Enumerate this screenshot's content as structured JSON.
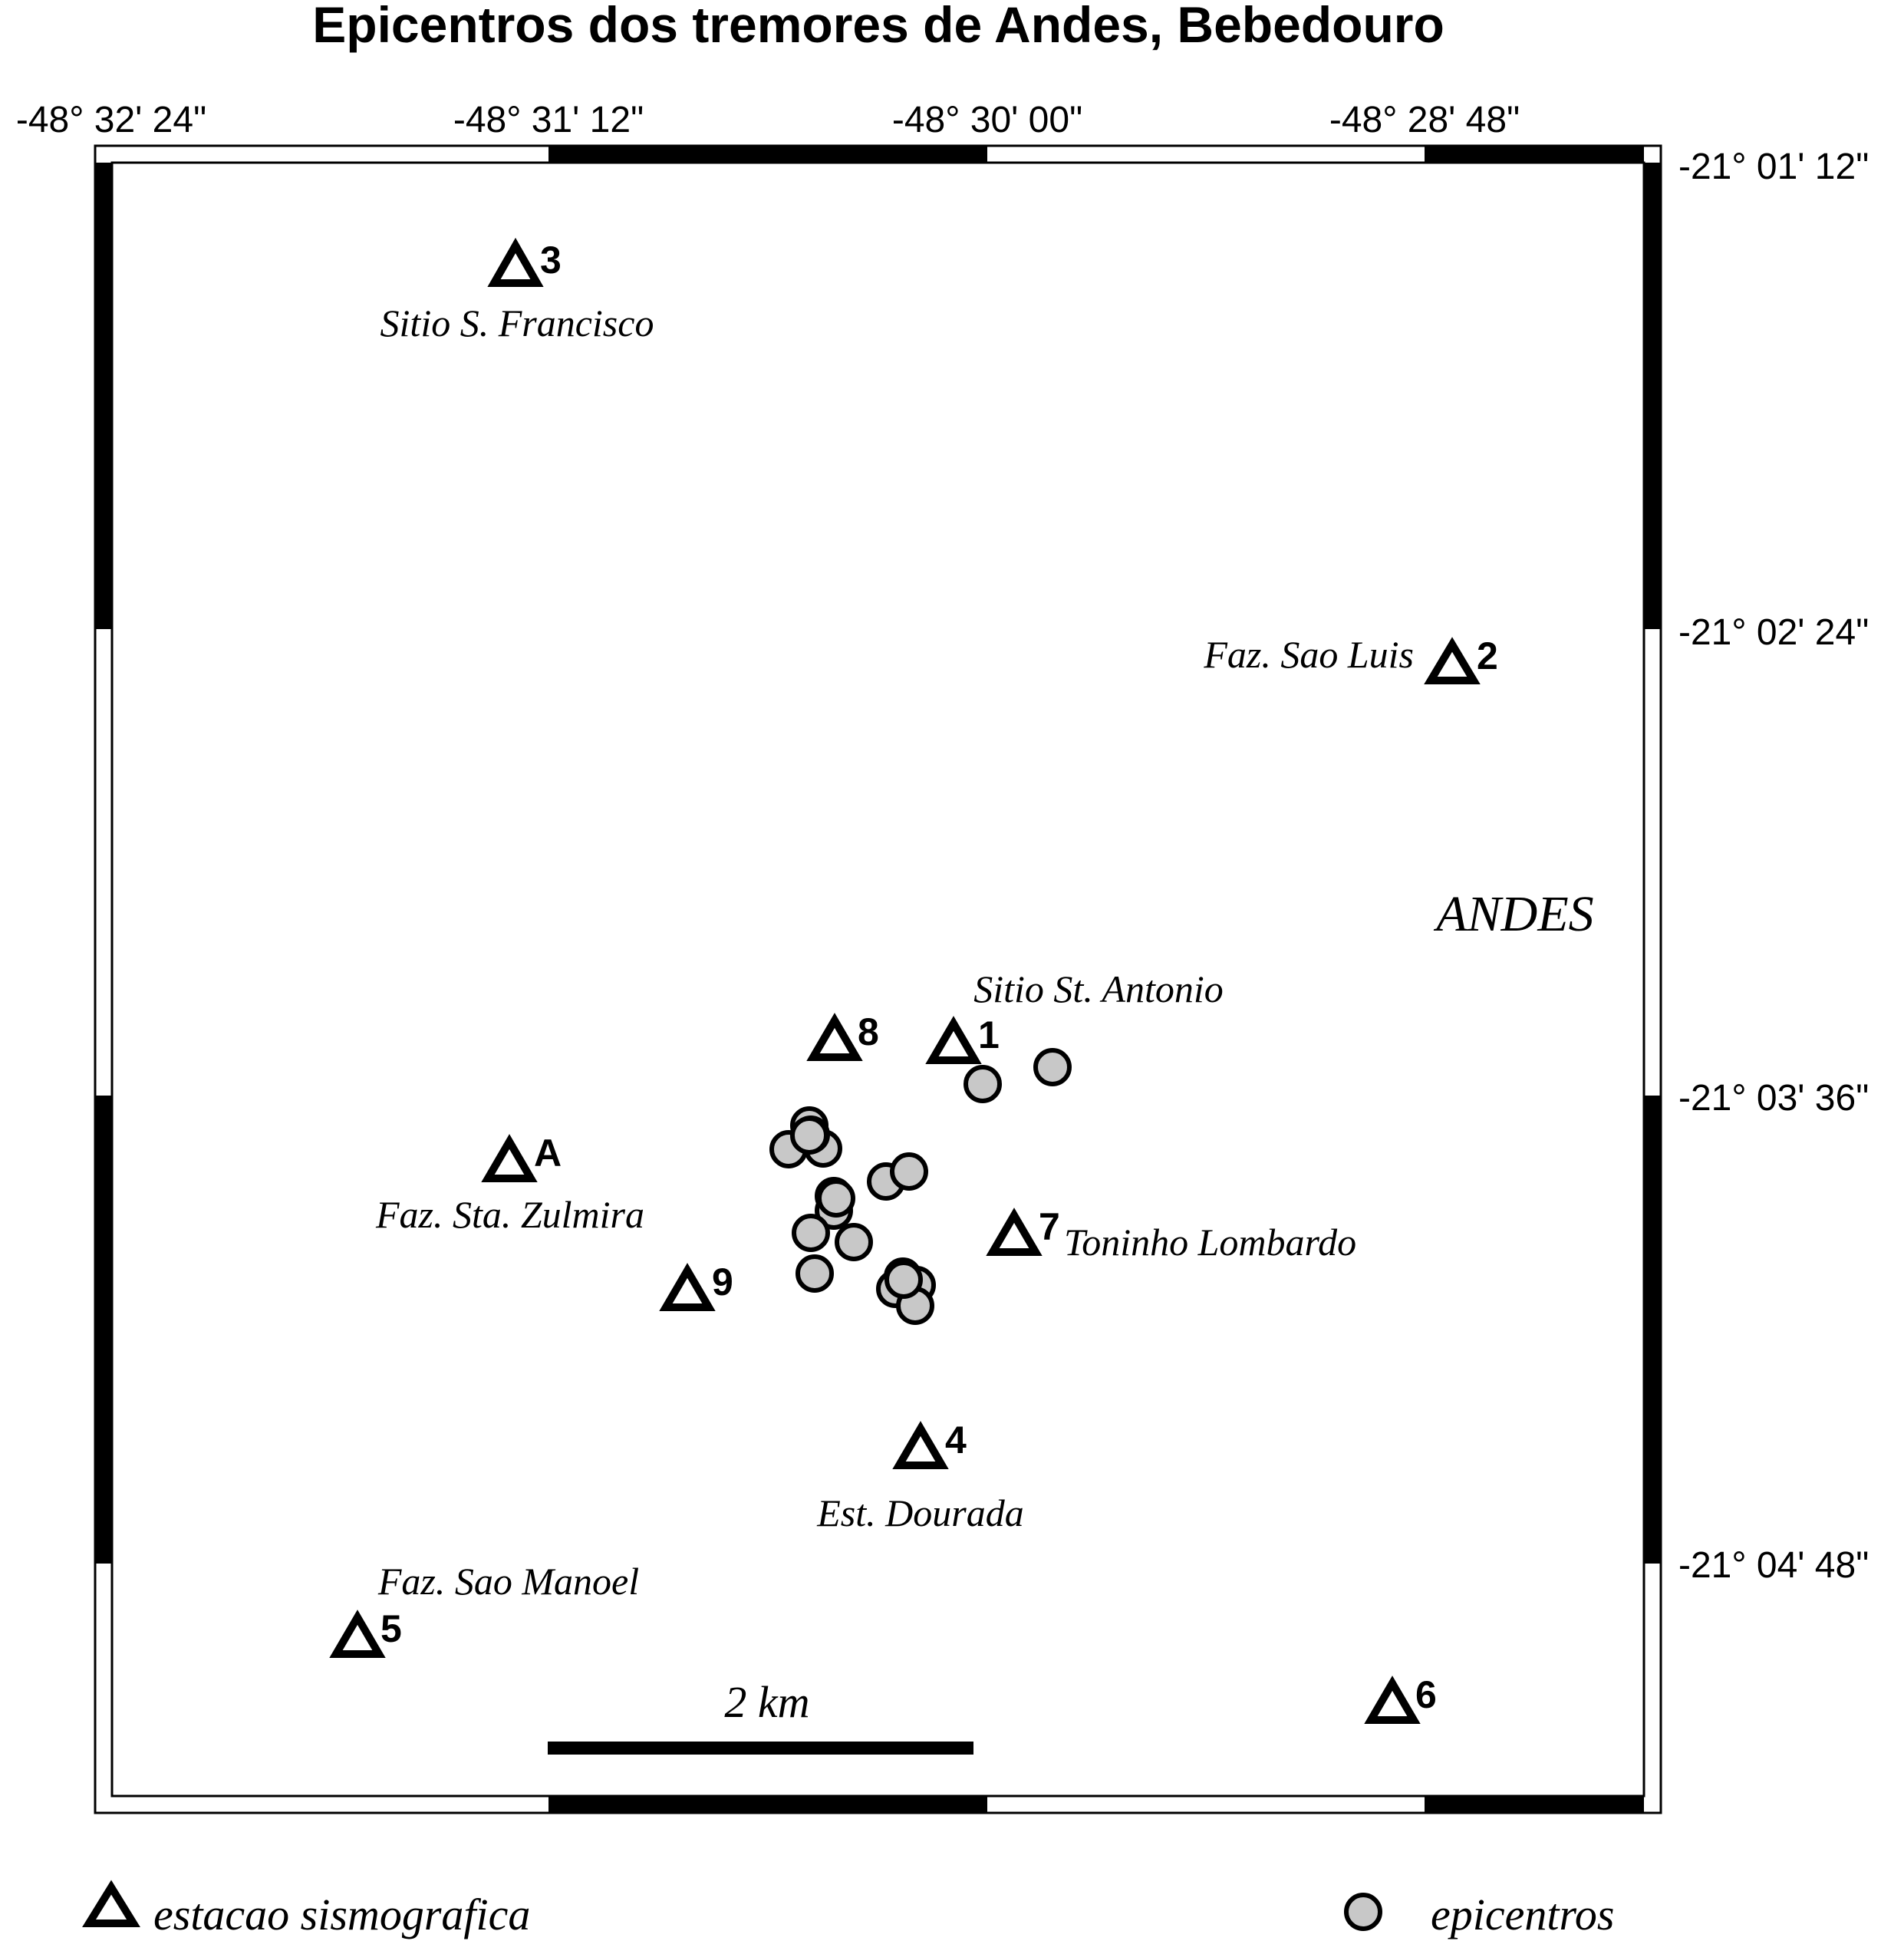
{
  "title": "Epicentros dos tremores de Andes, Bebedouro",
  "axes": {
    "top_ticks": [
      "-48° 32' 24\"",
      "-48° 31' 12\"",
      "-48° 30' 00\"",
      "-48° 28' 48\""
    ],
    "right_ticks": [
      "-21° 01' 12\"",
      "-21° 02' 24\"",
      "-21° 03' 36\"",
      "-21° 04' 48\""
    ]
  },
  "town": "ANDES",
  "places": [
    "Sitio S. Francisco",
    "Faz. Sao Luis",
    "Sitio St. Antonio",
    "Faz. Sta. Zulmira",
    "Toninho Lombardo",
    "Est. Dourada",
    "Faz. Sao Manoel"
  ],
  "stations": [
    {
      "label": "3"
    },
    {
      "label": "2"
    },
    {
      "label": "8"
    },
    {
      "label": "1"
    },
    {
      "label": "A"
    },
    {
      "label": "7"
    },
    {
      "label": "9"
    },
    {
      "label": "4"
    },
    {
      "label": "5"
    },
    {
      "label": "6"
    }
  ],
  "epicenter_count": 20,
  "scale_bar": {
    "label": "2 km"
  },
  "legend": {
    "station": "estacao sismografica",
    "epicenter": "epicentros"
  },
  "colors": {
    "epicenter_fill": "#c8c8c8",
    "frame": "#000000"
  }
}
